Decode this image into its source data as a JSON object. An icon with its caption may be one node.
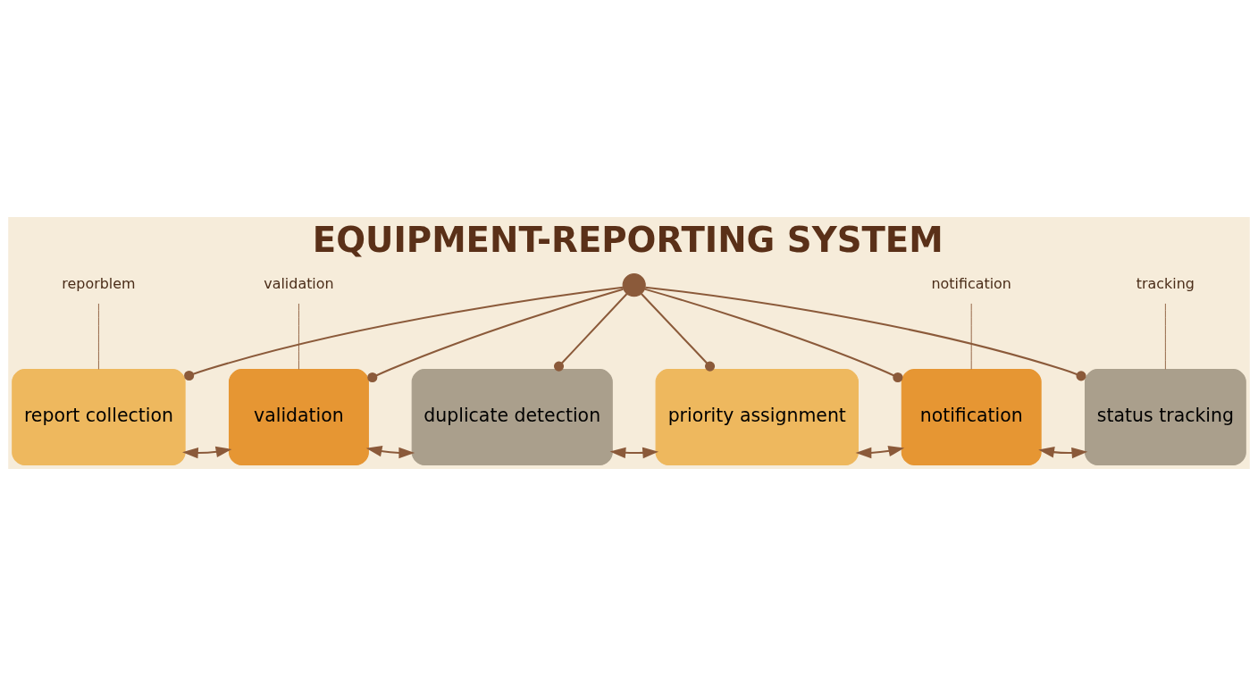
{
  "diagram": {
    "title": "EQUIPMENT-REPORTING SYSTEM",
    "nodes": [
      {
        "text": [],
        "shape": "circle"
      },
      {
        "text": [
          "report collection"
        ]
      },
      {
        "text": [
          "validation"
        ]
      },
      {
        "text": [
          "duplicate detection"
        ]
      },
      {
        "text": [
          "priority assignment"
        ]
      },
      {
        "text": [
          "notification"
        ]
      },
      {
        "text": [
          "status tracking"
        ]
      },
      {
        "text": [
          "reporblem"
        ]
      },
      {
        "text": [
          "validation"
        ]
      },
      {
        "text": [
          "notification"
        ]
      },
      {
        "text": [
          "tracking"
        ]
      }
    ],
    "edges": [
      {
        "from": 0,
        "to": 1,
        "arrow": "other"
      },
      {
        "from": 0,
        "to": 2,
        "arrow": "other"
      },
      {
        "from": 0,
        "to": 3,
        "arrow": "other"
      },
      {
        "from": 0,
        "to": 4,
        "arrow": "other"
      },
      {
        "from": 0,
        "to": 5,
        "arrow": "other"
      },
      {
        "from": 0,
        "to": 6,
        "arrow": "other"
      },
      {
        "from": 7,
        "to": 1,
        "arrow": "none"
      },
      {
        "from": 8,
        "to": 2,
        "arrow": "none"
      },
      {
        "from": 9,
        "to": 5,
        "arrow": "none"
      },
      {
        "from": 10,
        "to": 6,
        "arrow": "none"
      },
      {
        "from": 1,
        "to": 2,
        "arrow": "both"
      },
      {
        "from": 2,
        "to": 3,
        "arrow": "both"
      },
      {
        "from": 3,
        "to": 4,
        "arrow": "both"
      },
      {
        "from": 4,
        "to": 5,
        "arrow": "both"
      },
      {
        "from": 5,
        "to": 6,
        "arrow": "both"
      }
    ]
  }
}
